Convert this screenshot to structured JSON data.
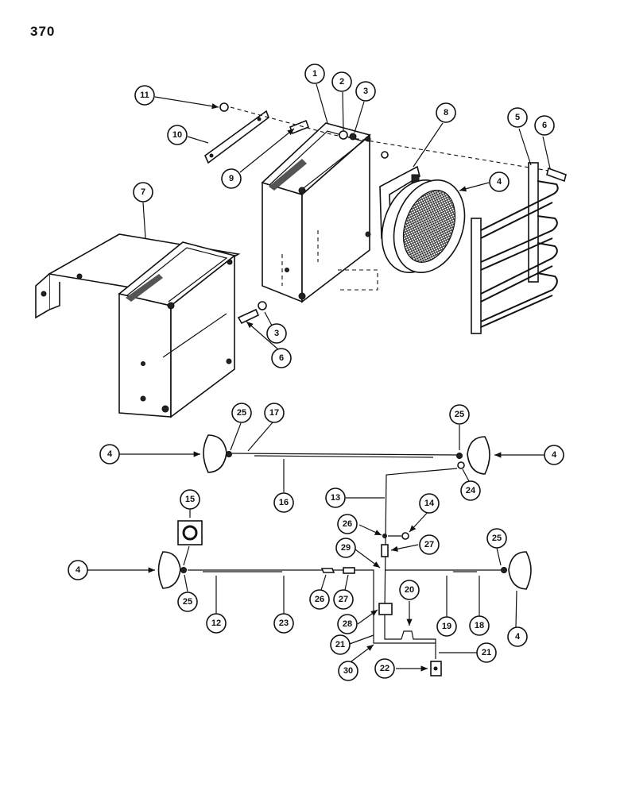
{
  "page_number": "370",
  "callouts": {
    "c1": "1",
    "c2": "2",
    "c3a": "3",
    "c8": "8",
    "c5": "5",
    "c6a": "6",
    "c11": "11",
    "c10": "10",
    "c9": "9",
    "c7": "7",
    "c4a": "4",
    "c3b": "3",
    "c6b": "6",
    "c25a": "25",
    "c17": "17",
    "c25b": "25",
    "c4b": "4",
    "c4c": "4",
    "c16": "16",
    "c24": "24",
    "c13": "13",
    "c15": "15",
    "c14": "14",
    "c26a": "26",
    "c27a": "27",
    "c29": "29",
    "c25c": "25",
    "c4d": "4",
    "c25d": "25",
    "c12": "12",
    "c23": "23",
    "c26b": "26",
    "c27b": "27",
    "c20": "20",
    "c19": "19",
    "c18": "18",
    "c28": "28",
    "c21a": "21",
    "c4e": "4",
    "c30": "30",
    "c22": "22",
    "c21b": "21"
  }
}
